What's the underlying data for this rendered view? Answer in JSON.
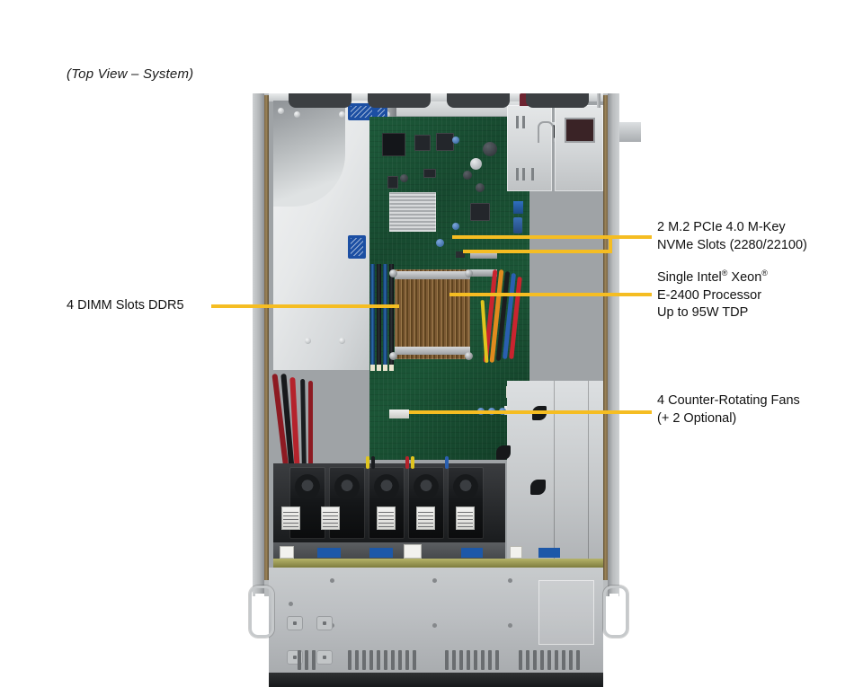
{
  "caption": "(Top View – System)",
  "accent_color": "#f5bd22",
  "callouts": {
    "m2": {
      "name": "m2-slots-callout",
      "line1": "2 M.2 PCIe 4.0 M-Key",
      "line2": "NVMe Slots (2280/22100)"
    },
    "cpu": {
      "name": "processor-callout",
      "line1_a": "Single Intel",
      "line1_sup1": "®",
      "line1_b": " Xeon",
      "line1_sup2": "®",
      "line2": "E-2400 Processor",
      "line3": "Up to 95W TDP"
    },
    "fans": {
      "name": "fans-callout",
      "line1": "4 Counter-Rotating  Fans",
      "line2": "(+ 2 Optional)"
    },
    "dimm": {
      "name": "dimm-callout",
      "line1": "4 DIMM Slots DDR5"
    }
  },
  "product": {
    "view": "Top View",
    "component_labels": [
      "air-shroud",
      "motherboard",
      "cpu-heatsink",
      "dimm-slots",
      "m2-slots",
      "power-supply-modules",
      "cooling-fan-wall",
      "front-panel",
      "rack-ear-handles"
    ]
  }
}
